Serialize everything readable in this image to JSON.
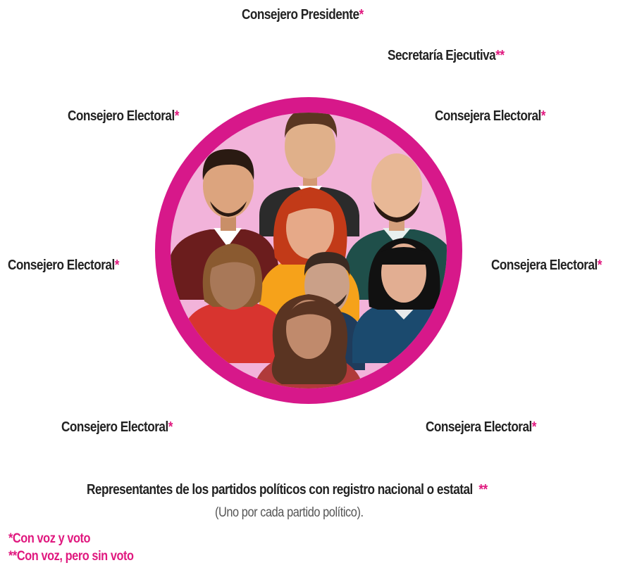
{
  "labels": {
    "presidente": "Consejero Presidente",
    "secretaria": "Secretaría Ejecutiva",
    "consejero_electoral": "Consejero Electoral",
    "consejera_electoral": "Consejera Electoral",
    "representantes": "Representantes de los partidos políticos con registro nacional o estatal",
    "representantes_note": "(Uno por cada partido político)."
  },
  "markers": {
    "single": "*",
    "double": "**"
  },
  "legend": {
    "voz_voto": "*Con voz y voto",
    "voz_sin_voto": "**Con voz, pero sin voto"
  },
  "colors": {
    "accent": "#e0197f",
    "circle_ring": "#d7188a",
    "circle_fill": "#f2b3da",
    "text": "#222222"
  },
  "icons": [
    "group-of-people-illustration"
  ]
}
